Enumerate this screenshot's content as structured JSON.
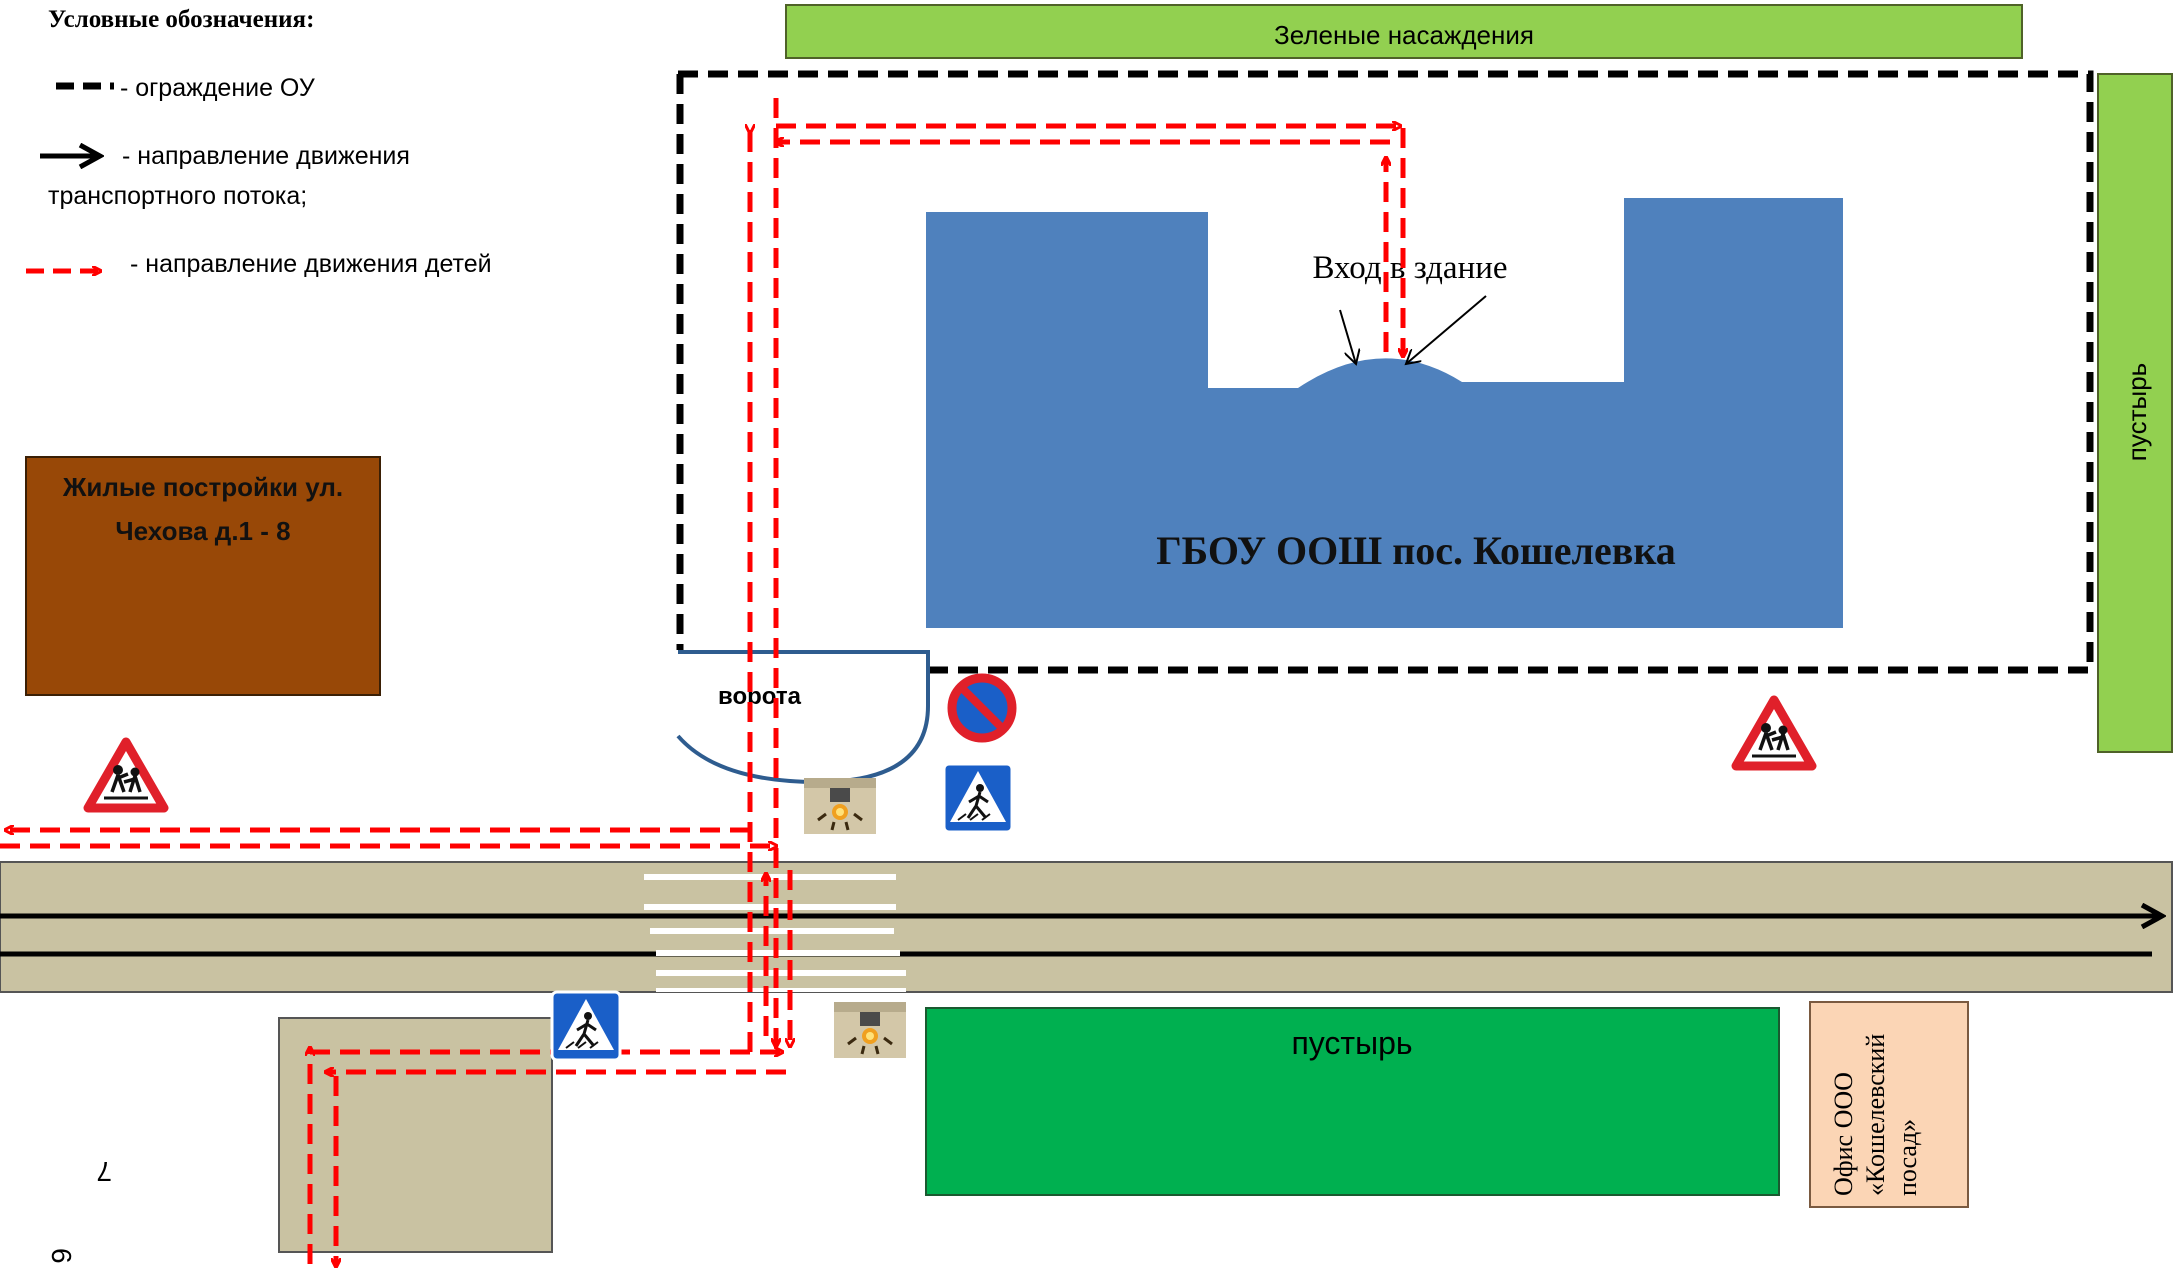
{
  "legend": {
    "title": "Условные обозначения:",
    "fence": "- ограждение ОУ",
    "traffic_line1": "- направление движения",
    "traffic_line2": "транспортного потока;",
    "children": "- направление движения детей"
  },
  "labels": {
    "green_top": "Зеленые насаждения",
    "wasteland_right": "пустырь",
    "entrance": "Вход в здание",
    "school": "ГБОУ ООШ пос. Кошелевка",
    "residential_line1": "Жилые постройки ул.",
    "residential_line2": "Чехова д.1 - 8",
    "gate": "ворота",
    "wasteland_bottom": "пустырь",
    "office_line1": "Офис ООО",
    "office_line2": "«Кошелевский",
    "office_line3": "посад»",
    "page_num_a": "7",
    "page_num_b": "6"
  },
  "colors": {
    "fence": "#000000",
    "children_route": "#ff0000",
    "school": "#4f81bd",
    "green": "#92d050",
    "wasteland": "#00b050",
    "road": "#c9c2a2",
    "residential": "#984807",
    "office": "#fbd5b5"
  },
  "icons": [
    "children-warning-sign-icon",
    "no-parking-sign-icon",
    "pedestrian-crossing-sign-icon",
    "traffic-light-icon"
  ]
}
